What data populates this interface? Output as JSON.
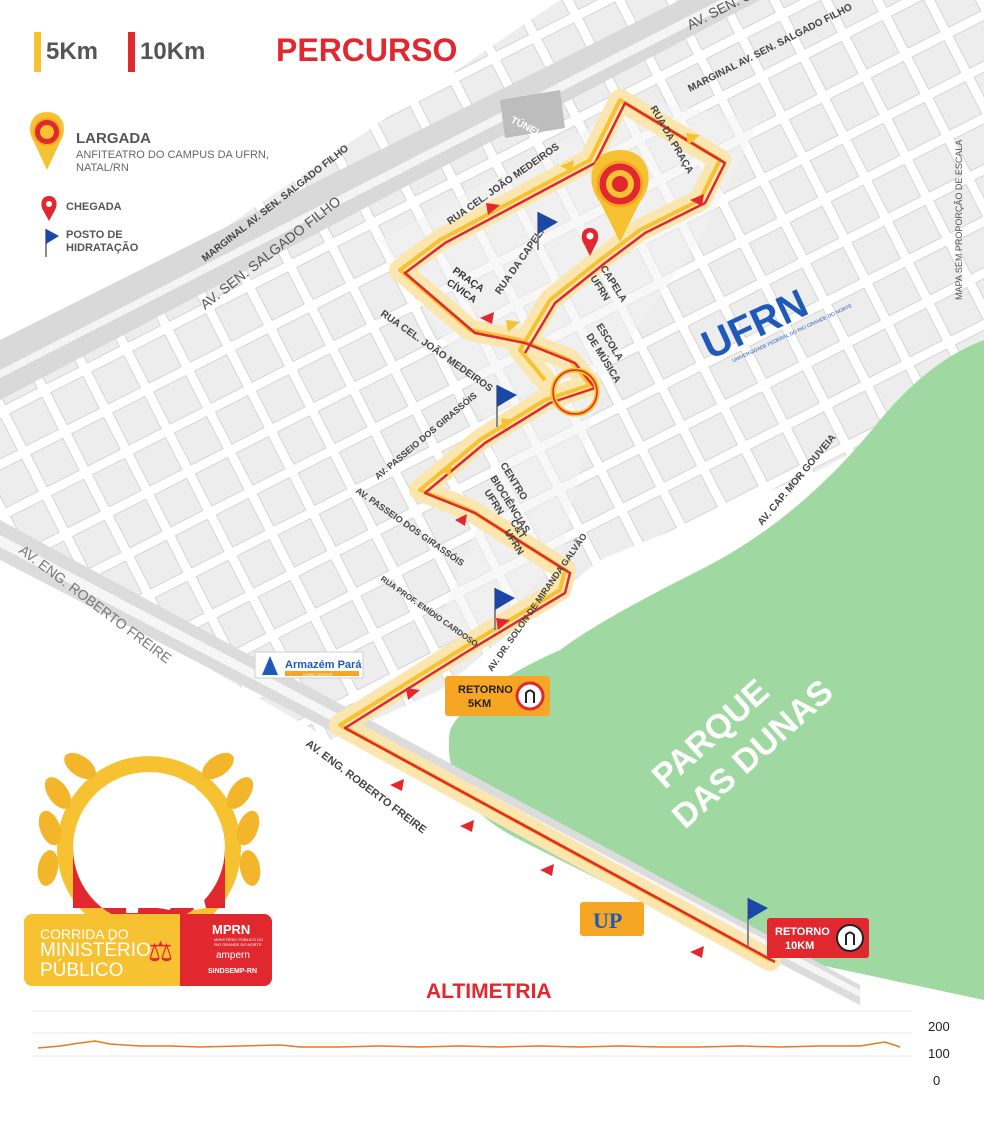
{
  "header": {
    "dist_5k": "5Km",
    "dist_10k": "10Km",
    "title": "PERCURSO"
  },
  "legend": {
    "start_title": "LARGADA",
    "start_place_line1": "ANFITEATRO DO CAMPUS DA UFRN,",
    "start_place_line2": "NATAL/RN",
    "finish": "CHEGADA",
    "hydration_line1": "POSTO DE",
    "hydration_line2": "HIDRATAÇÃO"
  },
  "side_note": "MAPA SEM PROPORÇÃO DE ESCALA",
  "labels": {
    "av_sen_top": "AV. SEN. SALGADO FILHO",
    "marginal_top": "MARGINAL AV. SEN. SALGADO FILHO",
    "tunel": "TÚNEL",
    "marginal_left": "MARGINAL AV. SEN. SALGADO FILHO",
    "av_sen_left": "AV. SEN. SALGADO FILHO",
    "rua_praca": "RUA DA PRAÇA",
    "rua_joao_top": "RUA CEL. JOÃO MEDEIROS",
    "praca_1": "PRAÇA",
    "praca_2": "CÍVICA",
    "rua_capela": "RUA DA CAPELA",
    "capela_1": "CAPELA",
    "capela_2": "UFRN",
    "escola_1": "ESCOLA",
    "escola_2": "DE MÚSICA",
    "rua_joao_mid": "RUA CEL. JOÃO MEDEIROS",
    "passeio_1": "AV. PASSEIO DOS GIRASSÓIS",
    "passeio_2": "AV. PASSEIO DOS GIRASSÓIS",
    "centro_1": "CENTRO",
    "centro_2": "BIOCIÊNCIAS",
    "centro_3": "UFRN",
    "ct_1": "C&T",
    "ct_2": "UFRN",
    "rua_emidio": "RUA PROF. EMÍDIO CARDOSO",
    "solon": "AV. DR. SOLON DE MIRANDA GALVÃO",
    "roberto_left": "AV. ENG. ROBERTO FREIRE",
    "roberto_bottom": "AV. ENG. ROBERTO FREIRE",
    "cap_mor": "AV. CAP. MOR GOUVEIA",
    "parque_1": "PARQUE",
    "parque_2": "DAS DUNAS"
  },
  "ufrn_logo": {
    "text": "UFRN",
    "sub": "UNIVERSIDADE FEDERAL DO RIO GRANDE DO NORTE"
  },
  "armazem": {
    "name": "Armazém Pará",
    "sub": "HOME CENTER"
  },
  "up_logo": "UP",
  "retorno_5k": {
    "line1": "RETORNO",
    "line2": "5KM"
  },
  "retorno_10k": {
    "line1": "RETORNO",
    "line2": "10KM"
  },
  "event_logo": {
    "line1": "CORRIDA DO",
    "line2": "MINISTÉRIO",
    "line3": "PÚBLICO",
    "mprn": "MPRN",
    "mprn_sub": "MINISTÉRIO PÚBLICO DO RIO GRANDE DO NORTE",
    "ampern": "ampern",
    "sindsemp": "SINDSEMP-RN"
  },
  "altimetry": {
    "title": "ALTIMETRIA",
    "ticks": [
      "200",
      "100",
      "0"
    ]
  },
  "colors": {
    "route_5k": "#f6c232",
    "route_10k": "#e0282e",
    "title_red": "#e0282e",
    "park_green": "#9fd9a1",
    "block_fill": "#ededed",
    "block_stroke": "#d2d2d2",
    "road": "#f7f7f7",
    "hydration_blue": "#1a47a8",
    "altitude_line": "#e67a1f"
  }
}
